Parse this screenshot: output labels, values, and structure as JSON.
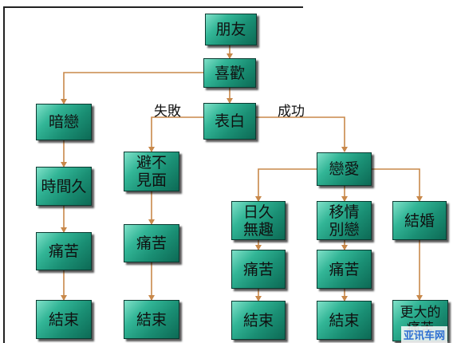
{
  "nodes": {
    "friend": "朋友",
    "like": "喜歡",
    "confess": "表白",
    "secret_love": "暗戀",
    "long_time": "時間久",
    "pain_left": "痛苦",
    "end_left": "結束",
    "avoid": "避不\n見面",
    "pain_avoid": "痛苦",
    "end_avoid": "結束",
    "in_love": "戀愛",
    "bored": "日久\n無趣",
    "pain_bored": "痛苦",
    "end_bored": "結束",
    "new_love": "移情\n別戀",
    "pain_new": "痛苦",
    "end_new": "結束",
    "marry": "結婚",
    "more_pain": "更大的\n痛苦"
  },
  "labels": {
    "fail": "失敗",
    "success": "成功"
  },
  "watermark": "亚讯车网",
  "colors": {
    "box_fill": "#1a8f74",
    "box_border": "#0a3a30",
    "connector": "#c8884a"
  }
}
